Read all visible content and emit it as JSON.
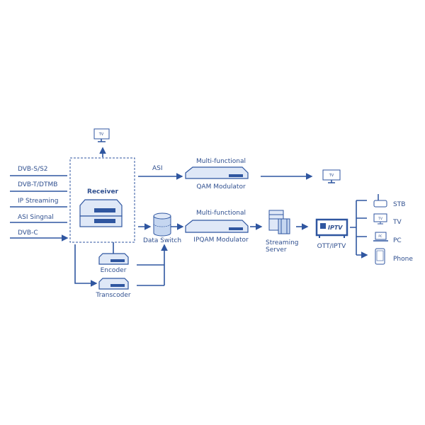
{
  "inputs": [
    "DVB-S/S2",
    "DVB-T/DTMB",
    "IP  Streaming",
    "ASI Singnal",
    "DVB-C"
  ],
  "receiver": "Receiver",
  "tv_top": "TV",
  "asi": "ASI",
  "qam": {
    "top": "Multi-functional",
    "bottom": "QAM  Modulator"
  },
  "tv_right": "TV",
  "data_switch": "Data Switch",
  "ipqam": {
    "top": "Multi-functional",
    "bottom": "IPQAM  Modulator"
  },
  "streaming_server": [
    "Streaming",
    "Server"
  ],
  "ott": {
    "label": "OTT/IPTV",
    "screen": "IPTV"
  },
  "encoder": "Encoder",
  "transcoder": "Transcoder",
  "outputs": [
    {
      "label": "STB"
    },
    {
      "label": "TV",
      "screen": "TV"
    },
    {
      "label": "PC",
      "screen": "PC"
    },
    {
      "label": "Phone"
    }
  ],
  "colors": {
    "accent": "#2f56a0"
  }
}
